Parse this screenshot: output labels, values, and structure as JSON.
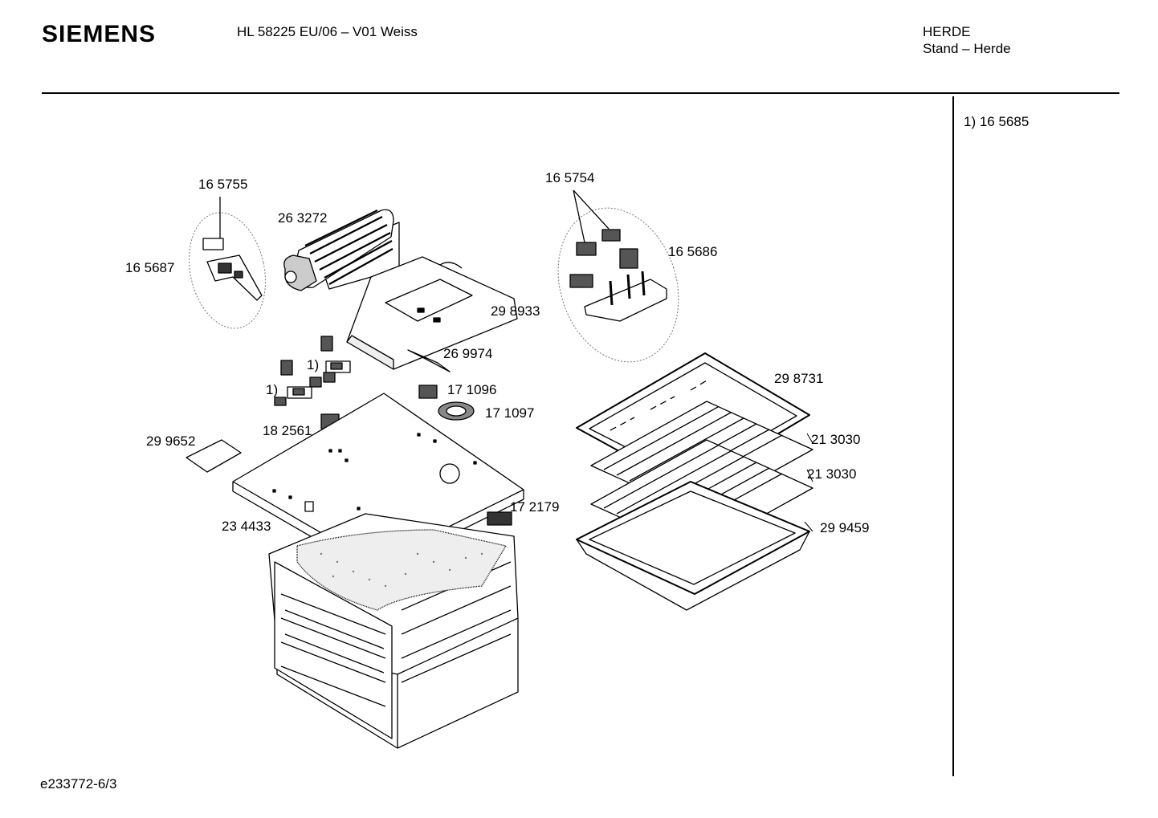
{
  "header": {
    "brand": "SIEMENS",
    "model": "HL 58225 EU/06 – V01 Weiss",
    "category": "HERDE",
    "subcategory": "Stand – Herde"
  },
  "side_notes": [
    {
      "text": "1)  16 5685"
    }
  ],
  "footer": {
    "doc_ref": "e233772-6/3"
  },
  "part_labels": [
    "16 5755",
    "26 3272",
    "16 5687",
    "16 5754",
    "16 5686",
    "29 8933",
    "26 9974",
    "1)",
    "1)",
    "17 1096",
    "17 1097",
    "18 2561",
    "29 9652",
    "29 8731",
    "21 3030",
    "21 3030",
    "17 2179",
    "23 4433",
    "29 9459"
  ]
}
